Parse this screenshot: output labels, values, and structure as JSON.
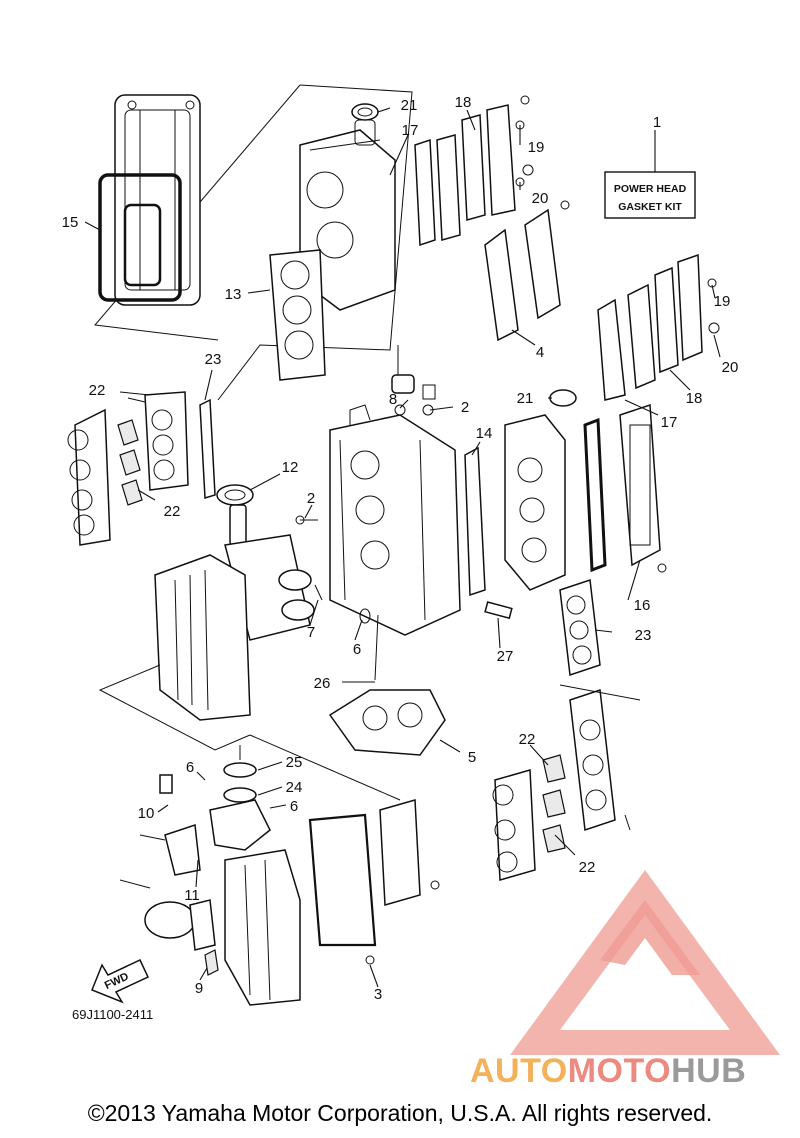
{
  "diagram": {
    "callouts": [
      {
        "id": "c1",
        "text": "1"
      },
      {
        "id": "c2a",
        "text": "2"
      },
      {
        "id": "c2b",
        "text": "2"
      },
      {
        "id": "c3",
        "text": "3"
      },
      {
        "id": "c4",
        "text": "4"
      },
      {
        "id": "c5",
        "text": "5"
      },
      {
        "id": "c6a",
        "text": "6"
      },
      {
        "id": "c6b",
        "text": "6"
      },
      {
        "id": "c6c",
        "text": "6"
      },
      {
        "id": "c7",
        "text": "7"
      },
      {
        "id": "c8",
        "text": "8"
      },
      {
        "id": "c9",
        "text": "9"
      },
      {
        "id": "c10",
        "text": "10"
      },
      {
        "id": "c11",
        "text": "11"
      },
      {
        "id": "c12",
        "text": "12"
      },
      {
        "id": "c13",
        "text": "13"
      },
      {
        "id": "c14",
        "text": "14"
      },
      {
        "id": "c15",
        "text": "15"
      },
      {
        "id": "c16",
        "text": "16"
      },
      {
        "id": "c17a",
        "text": "17"
      },
      {
        "id": "c17b",
        "text": "17"
      },
      {
        "id": "c18a",
        "text": "18"
      },
      {
        "id": "c18b",
        "text": "18"
      },
      {
        "id": "c19a",
        "text": "19"
      },
      {
        "id": "c19b",
        "text": "19"
      },
      {
        "id": "c20a",
        "text": "20"
      },
      {
        "id": "c20b",
        "text": "20"
      },
      {
        "id": "c21a",
        "text": "21"
      },
      {
        "id": "c21b",
        "text": "21"
      },
      {
        "id": "c22a",
        "text": "22"
      },
      {
        "id": "c22b",
        "text": "22"
      },
      {
        "id": "c22c",
        "text": "22"
      },
      {
        "id": "c22d",
        "text": "22"
      },
      {
        "id": "c23a",
        "text": "23"
      },
      {
        "id": "c23b",
        "text": "23"
      },
      {
        "id": "c24",
        "text": "24"
      },
      {
        "id": "c25",
        "text": "25"
      },
      {
        "id": "c26",
        "text": "26"
      },
      {
        "id": "c27",
        "text": "27"
      }
    ],
    "kit_box": {
      "line1": "POWER HEAD",
      "line2": "GASKET KIT"
    },
    "fwd_label": "FWD",
    "drawing_code": "69J1100-2411"
  },
  "copyright": "©2013 Yamaha Motor Corporation, U.S.A. All rights reserved.",
  "watermark": {
    "part1": "AUTO",
    "part2": "MOTO",
    "part3": "HUB"
  },
  "colors": {
    "watermark_orange": "#f3b25a",
    "watermark_salmon": "#ec8a7f",
    "watermark_gray": "#9a9a9a",
    "line": "#111111"
  }
}
